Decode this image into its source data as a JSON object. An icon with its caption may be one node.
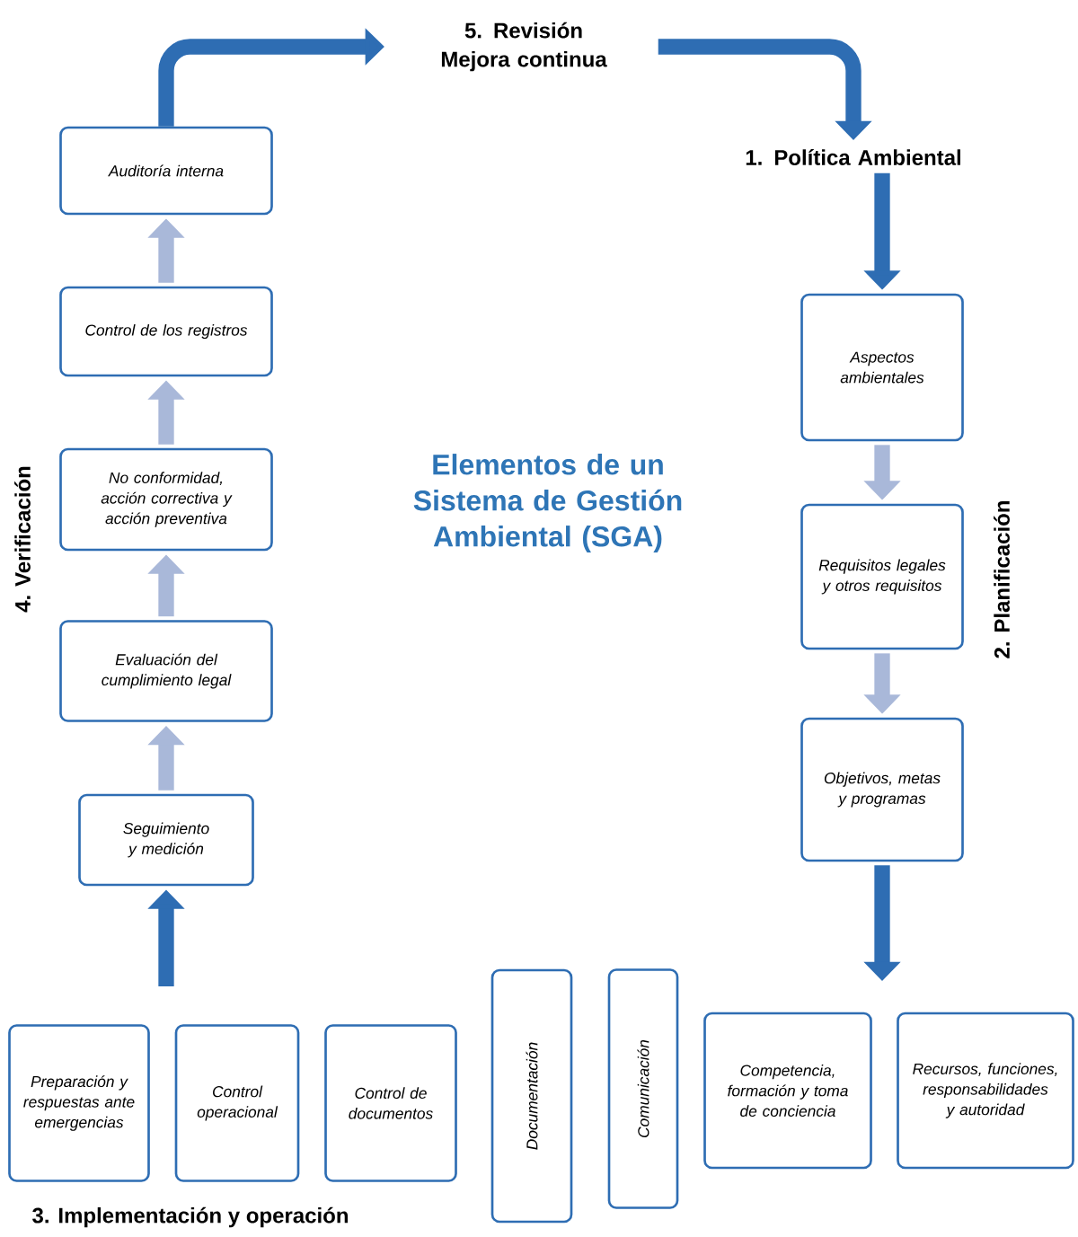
{
  "diagram": {
    "title": "Elementos de un Sistema de Gestión Ambiental (SGA)",
    "nodes": [
      {
        "text": [
          "5. Revisión Mejora continua"
        ]
      },
      {
        "text": [
          "1. Política Ambiental"
        ]
      },
      {
        "text": [
          "Aspectos ambientales"
        ]
      },
      {
        "text": [
          "Requisitos legales y otros requisitos"
        ]
      },
      {
        "text": [
          "Objetivos, metas y programas"
        ]
      },
      {
        "text": [
          "Recursos, funciones, responsabilidades y autoridad"
        ]
      },
      {
        "text": [
          "Competencia, formación y toma de conciencia"
        ]
      },
      {
        "text": [
          "Comunicación"
        ]
      },
      {
        "text": [
          "Documentación"
        ]
      },
      {
        "text": [
          "Control de documentos"
        ]
      },
      {
        "text": [
          "Control operacional"
        ]
      },
      {
        "text": [
          "Preparación y respuestas ante emergencias"
        ]
      },
      {
        "text": [
          "Seguimiento y medición"
        ]
      },
      {
        "text": [
          "Evaluación del cumplimiento legal"
        ]
      },
      {
        "text": [
          "No conformidad, acción correctiva y acción preventiva"
        ]
      },
      {
        "text": [
          "Control de los registros"
        ]
      },
      {
        "text": [
          "Auditoría interna"
        ]
      }
    ],
    "edges": [
      {
        "from": 16,
        "to": 0,
        "arrow": "to",
        "color": "#2e6db3"
      },
      {
        "from": 0,
        "to": 1,
        "arrow": "to",
        "color": "#2e6db3"
      },
      {
        "from": 1,
        "to": 2,
        "arrow": "to",
        "color": "#2e6db3"
      },
      {
        "from": 2,
        "to": 3,
        "arrow": "to"
      },
      {
        "from": 3,
        "to": 4,
        "arrow": "to"
      },
      {
        "from": 4,
        "to": null,
        "arrow": "to",
        "color": "#2e6db3"
      },
      {
        "from": null,
        "to": 12,
        "arrow": "to",
        "color": "#2e6db3"
      },
      {
        "from": 12,
        "to": 13,
        "arrow": "to"
      },
      {
        "from": 13,
        "to": 14,
        "arrow": "to"
      },
      {
        "from": 14,
        "to": 15,
        "arrow": "to"
      },
      {
        "from": 15,
        "to": 16,
        "arrow": "to"
      }
    ],
    "labels": [
      "4. Verificación",
      "2. Planificación",
      "3. Implementación y operación"
    ]
  }
}
